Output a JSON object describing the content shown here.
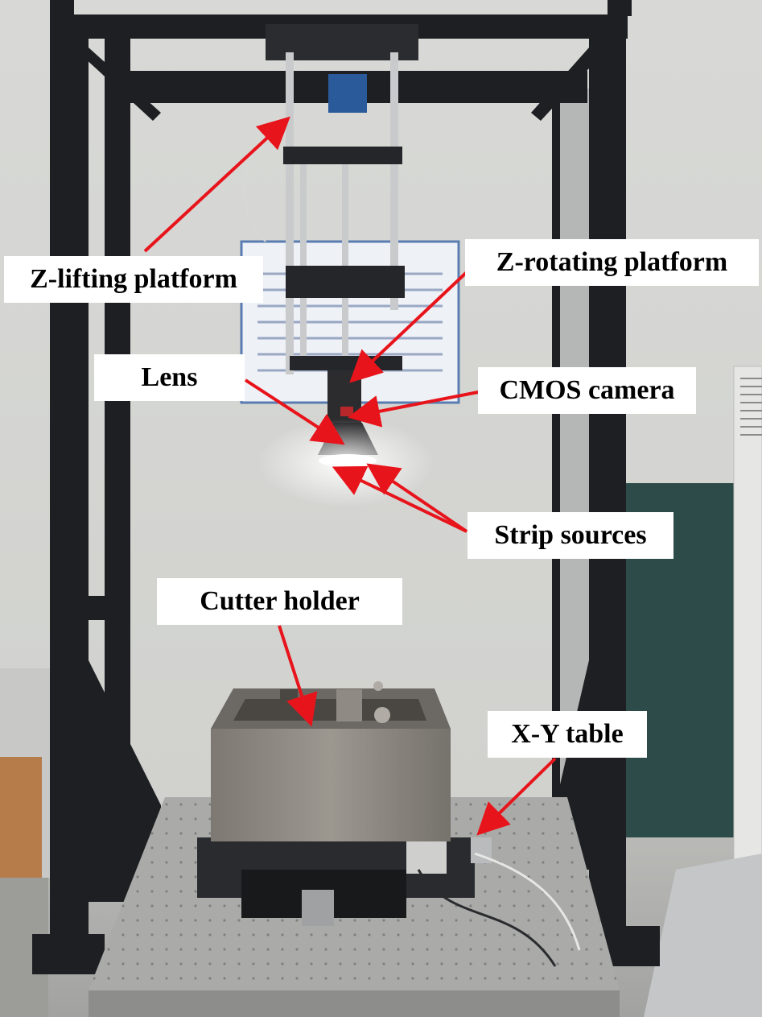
{
  "figure": {
    "labels": {
      "z_lifting_platform": "Z-lifting platform",
      "z_rotating_platform": "Z-rotating platform",
      "lens": "Lens",
      "cmos_camera": "CMOS camera",
      "strip_sources": "Strip sources",
      "cutter_holder": "Cutter holder",
      "xy_table": "X-Y table"
    },
    "colors": {
      "arrow": "#e8141b",
      "label_background": "#ffffff",
      "label_text": "#000000",
      "frame": "#1e1f22",
      "wall": "#dcdcda",
      "holder_steel": "#8f8b85",
      "table_top": "#a9aaa8"
    }
  }
}
